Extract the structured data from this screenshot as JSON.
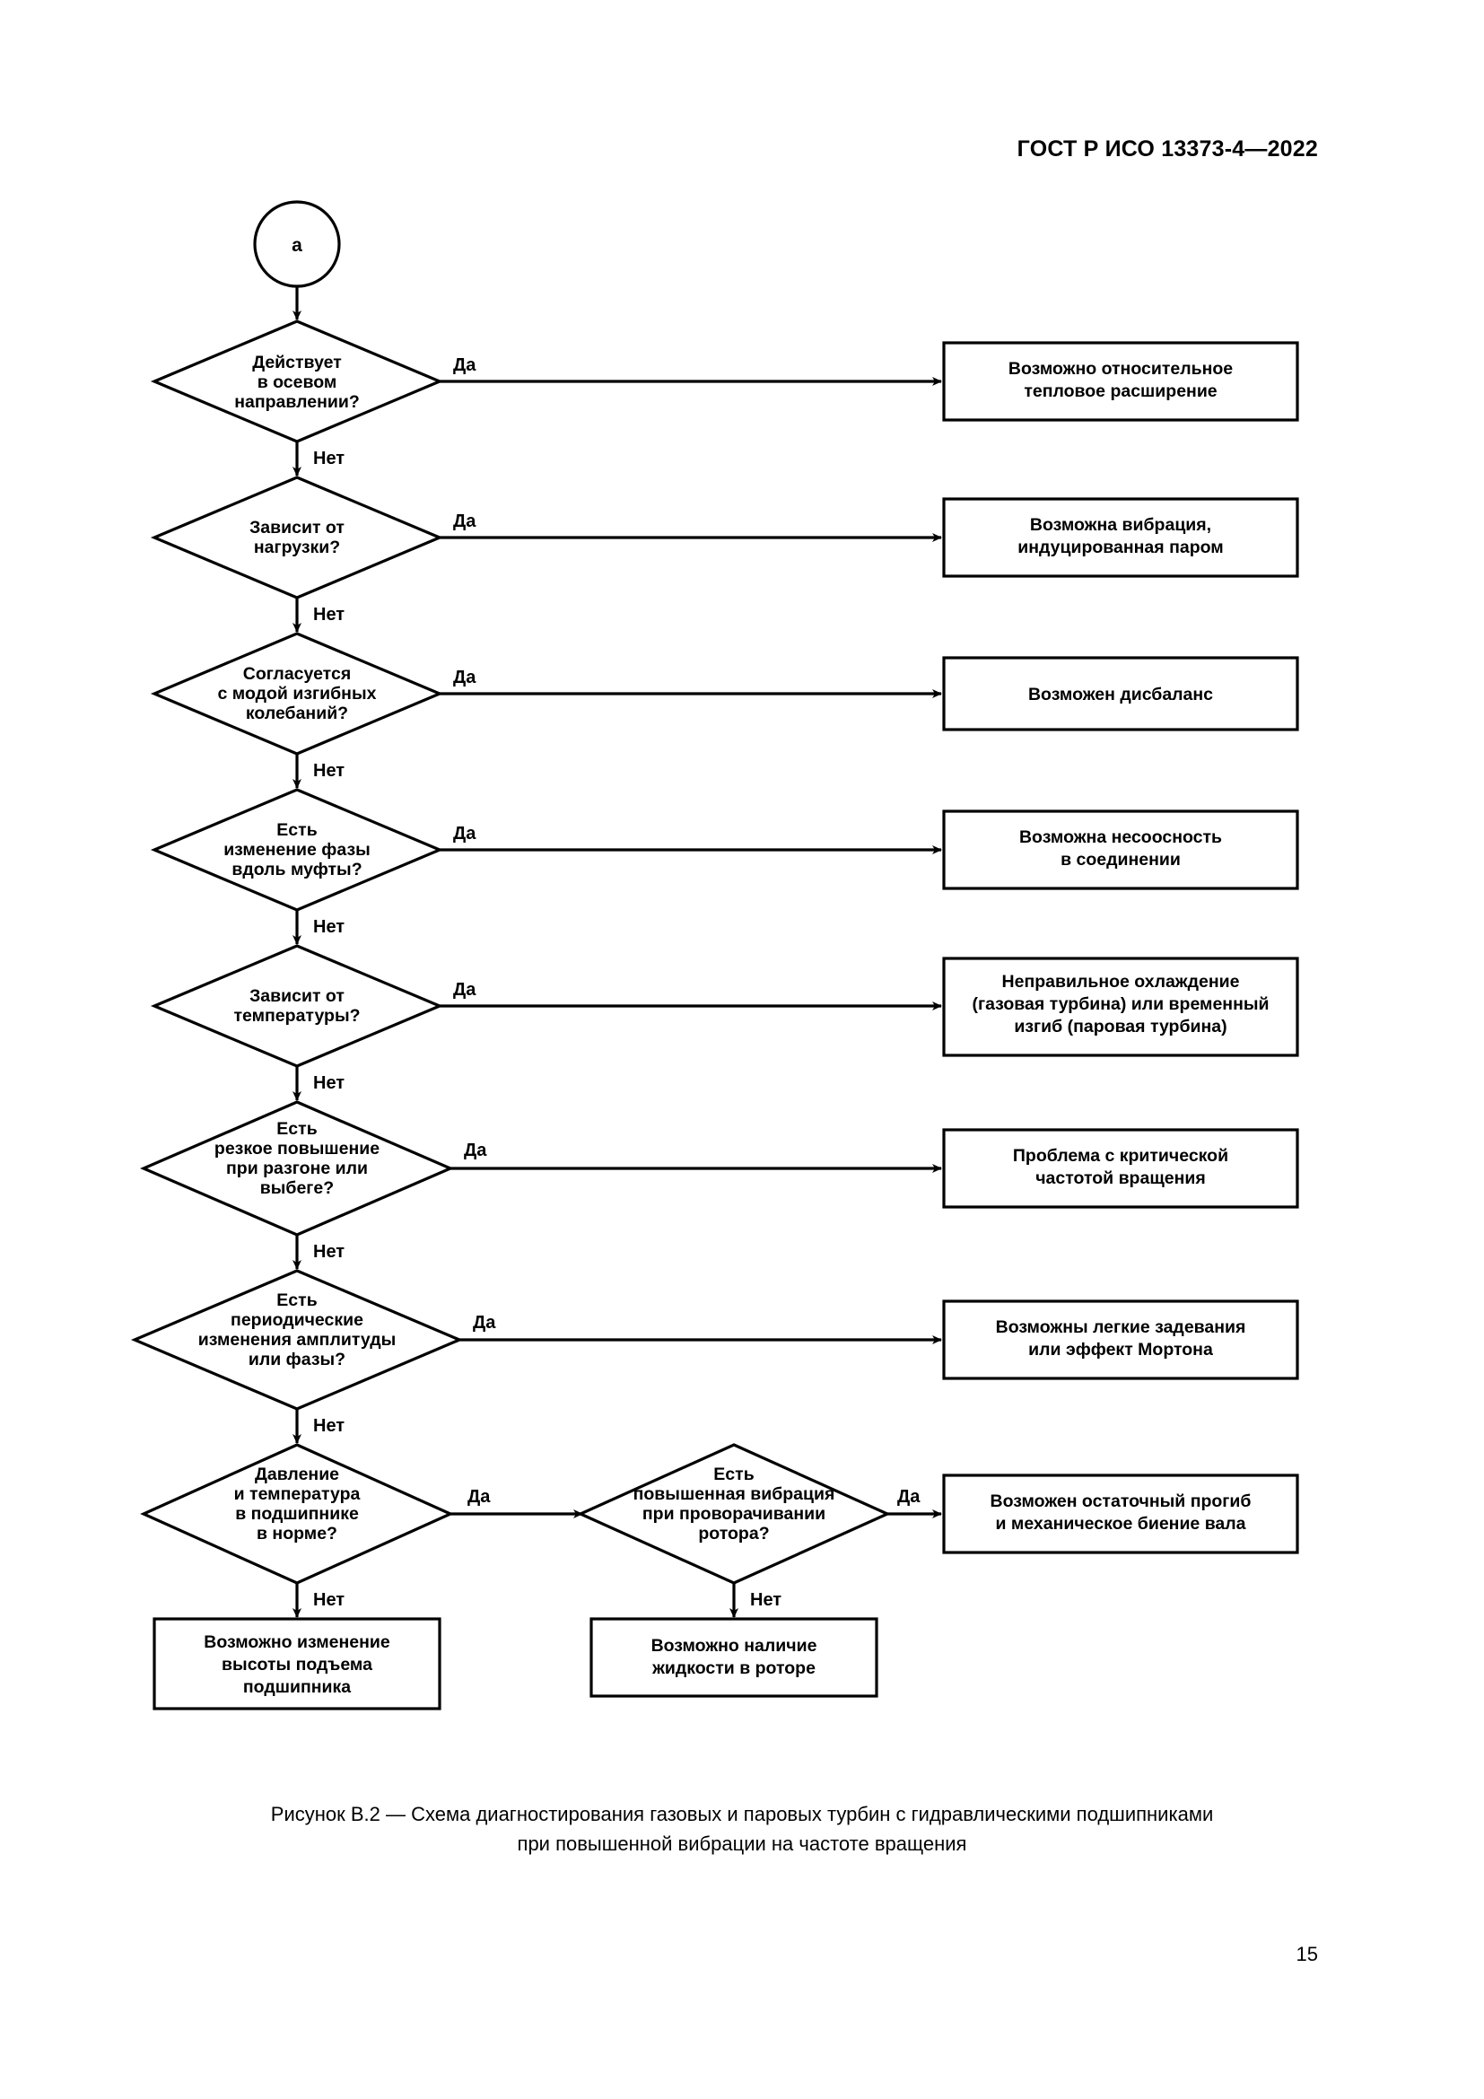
{
  "document": {
    "header": "ГОСТ Р ИСО 13373-4—2022",
    "page_number": "15"
  },
  "figure": {
    "caption_line1": "Рисунок В.2 — Схема диагностирования газовых и паровых турбин с гидравлическими подшипниками",
    "caption_line2": "при повышенной вибрации на частоте вращения"
  },
  "chart_data": {
    "type": "diagram",
    "title": "Рисунок В.2 — Схема диагностирования газовых и паровых турбин с гидравлическими подшипниками при повышенной вибрации на частоте вращения"
  },
  "flow": {
    "start": {
      "label": "a"
    },
    "yes_label": "Да",
    "no_label": "Нет",
    "decisions": [
      {
        "id": "axial",
        "lines": [
          "Действует",
          "в осевом",
          "направлении?"
        ]
      },
      {
        "id": "load",
        "lines": [
          "Зависит от",
          "нагрузки?"
        ]
      },
      {
        "id": "bending-mode",
        "lines": [
          "Согласуется",
          "с модой изгибных",
          "колебаний?"
        ]
      },
      {
        "id": "phase-shift",
        "lines": [
          "Есть",
          "изменение фазы",
          "вдоль муфты?"
        ]
      },
      {
        "id": "temperature",
        "lines": [
          "Зависит от",
          "температуры?"
        ]
      },
      {
        "id": "runup",
        "lines": [
          "Есть",
          "резкое повышение",
          "при разгоне или",
          "выбеге?"
        ]
      },
      {
        "id": "periodic",
        "lines": [
          "Есть",
          "периодические",
          "изменения амплитуды",
          "или фазы?"
        ]
      },
      {
        "id": "bearing-norm",
        "lines": [
          "Давление",
          "и температура",
          "в подшипнике",
          "в норме?"
        ]
      },
      {
        "id": "turning-vib",
        "lines": [
          "Есть",
          "повышенная вибрация",
          "при проворачивании",
          "ротора?"
        ]
      }
    ],
    "outcomes": [
      {
        "id": "thermal-expansion",
        "lines": [
          "Возможно относительное",
          "тепловое расширение"
        ]
      },
      {
        "id": "steam-vibration",
        "lines": [
          "Возможна вибрация,",
          "индуцированная паром"
        ]
      },
      {
        "id": "unbalance",
        "lines": [
          "Возможен дисбаланс"
        ]
      },
      {
        "id": "misalignment",
        "lines": [
          "Возможна несоосность",
          "в соединении"
        ]
      },
      {
        "id": "cooling-bow",
        "lines": [
          "Неправильное охлаждение",
          "(газовая турбина) или временный",
          "изгиб (паровая турбина)"
        ]
      },
      {
        "id": "critical-speed",
        "lines": [
          "Проблема с критической",
          "частотой вращения"
        ]
      },
      {
        "id": "rub-morton",
        "lines": [
          "Возможны легкие задевания",
          "или эффект Мортона"
        ]
      },
      {
        "id": "residual-bow",
        "lines": [
          "Возможен остаточный прогиб",
          "и механическое биение вала"
        ]
      },
      {
        "id": "bearing-lift",
        "lines": [
          "Возможно изменение",
          "высоты подъема",
          "подшипника"
        ]
      },
      {
        "id": "liquid-in-rotor",
        "lines": [
          "Возможно наличие",
          "жидкости в роторе"
        ]
      }
    ]
  }
}
